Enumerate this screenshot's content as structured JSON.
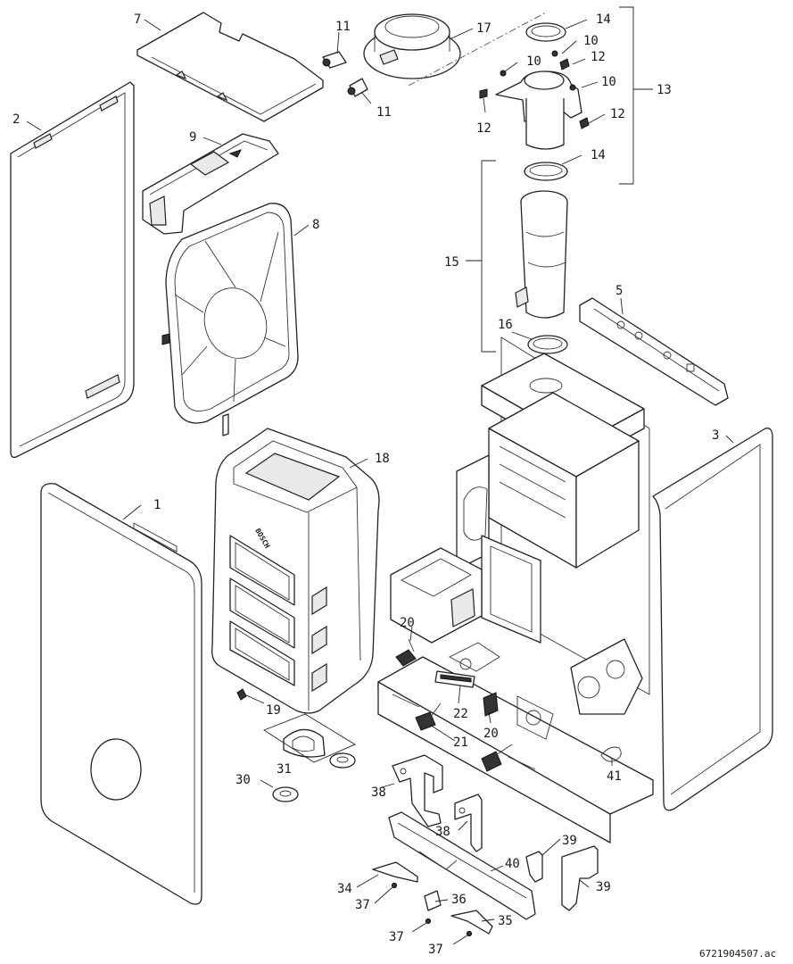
{
  "diagram": {
    "doc_ref": "6721904507.ac",
    "callouts": {
      "c1": "1",
      "c2": "2",
      "c3": "3",
      "c5": "5",
      "c7": "7",
      "c8": "8",
      "c9": "9",
      "c10a": "10",
      "c10b": "10",
      "c10c": "10",
      "c11a": "11",
      "c11b": "11",
      "c12a": "12",
      "c12b": "12",
      "c12c": "12",
      "c13": "13",
      "c14a": "14",
      "c14b": "14",
      "c15": "15",
      "c16": "16",
      "c17": "17",
      "c18": "18",
      "c19": "19",
      "c20a": "20",
      "c20b": "20",
      "c21": "21",
      "c22": "22",
      "c30": "30",
      "c31": "31",
      "c34": "34",
      "c35": "35",
      "c36": "36",
      "c37a": "37",
      "c37b": "37",
      "c37c": "37",
      "c38a": "38",
      "c38b": "38",
      "c39a": "39",
      "c39b": "39",
      "c40": "40",
      "c41": "41"
    },
    "brand_mark": "BOSCH"
  }
}
